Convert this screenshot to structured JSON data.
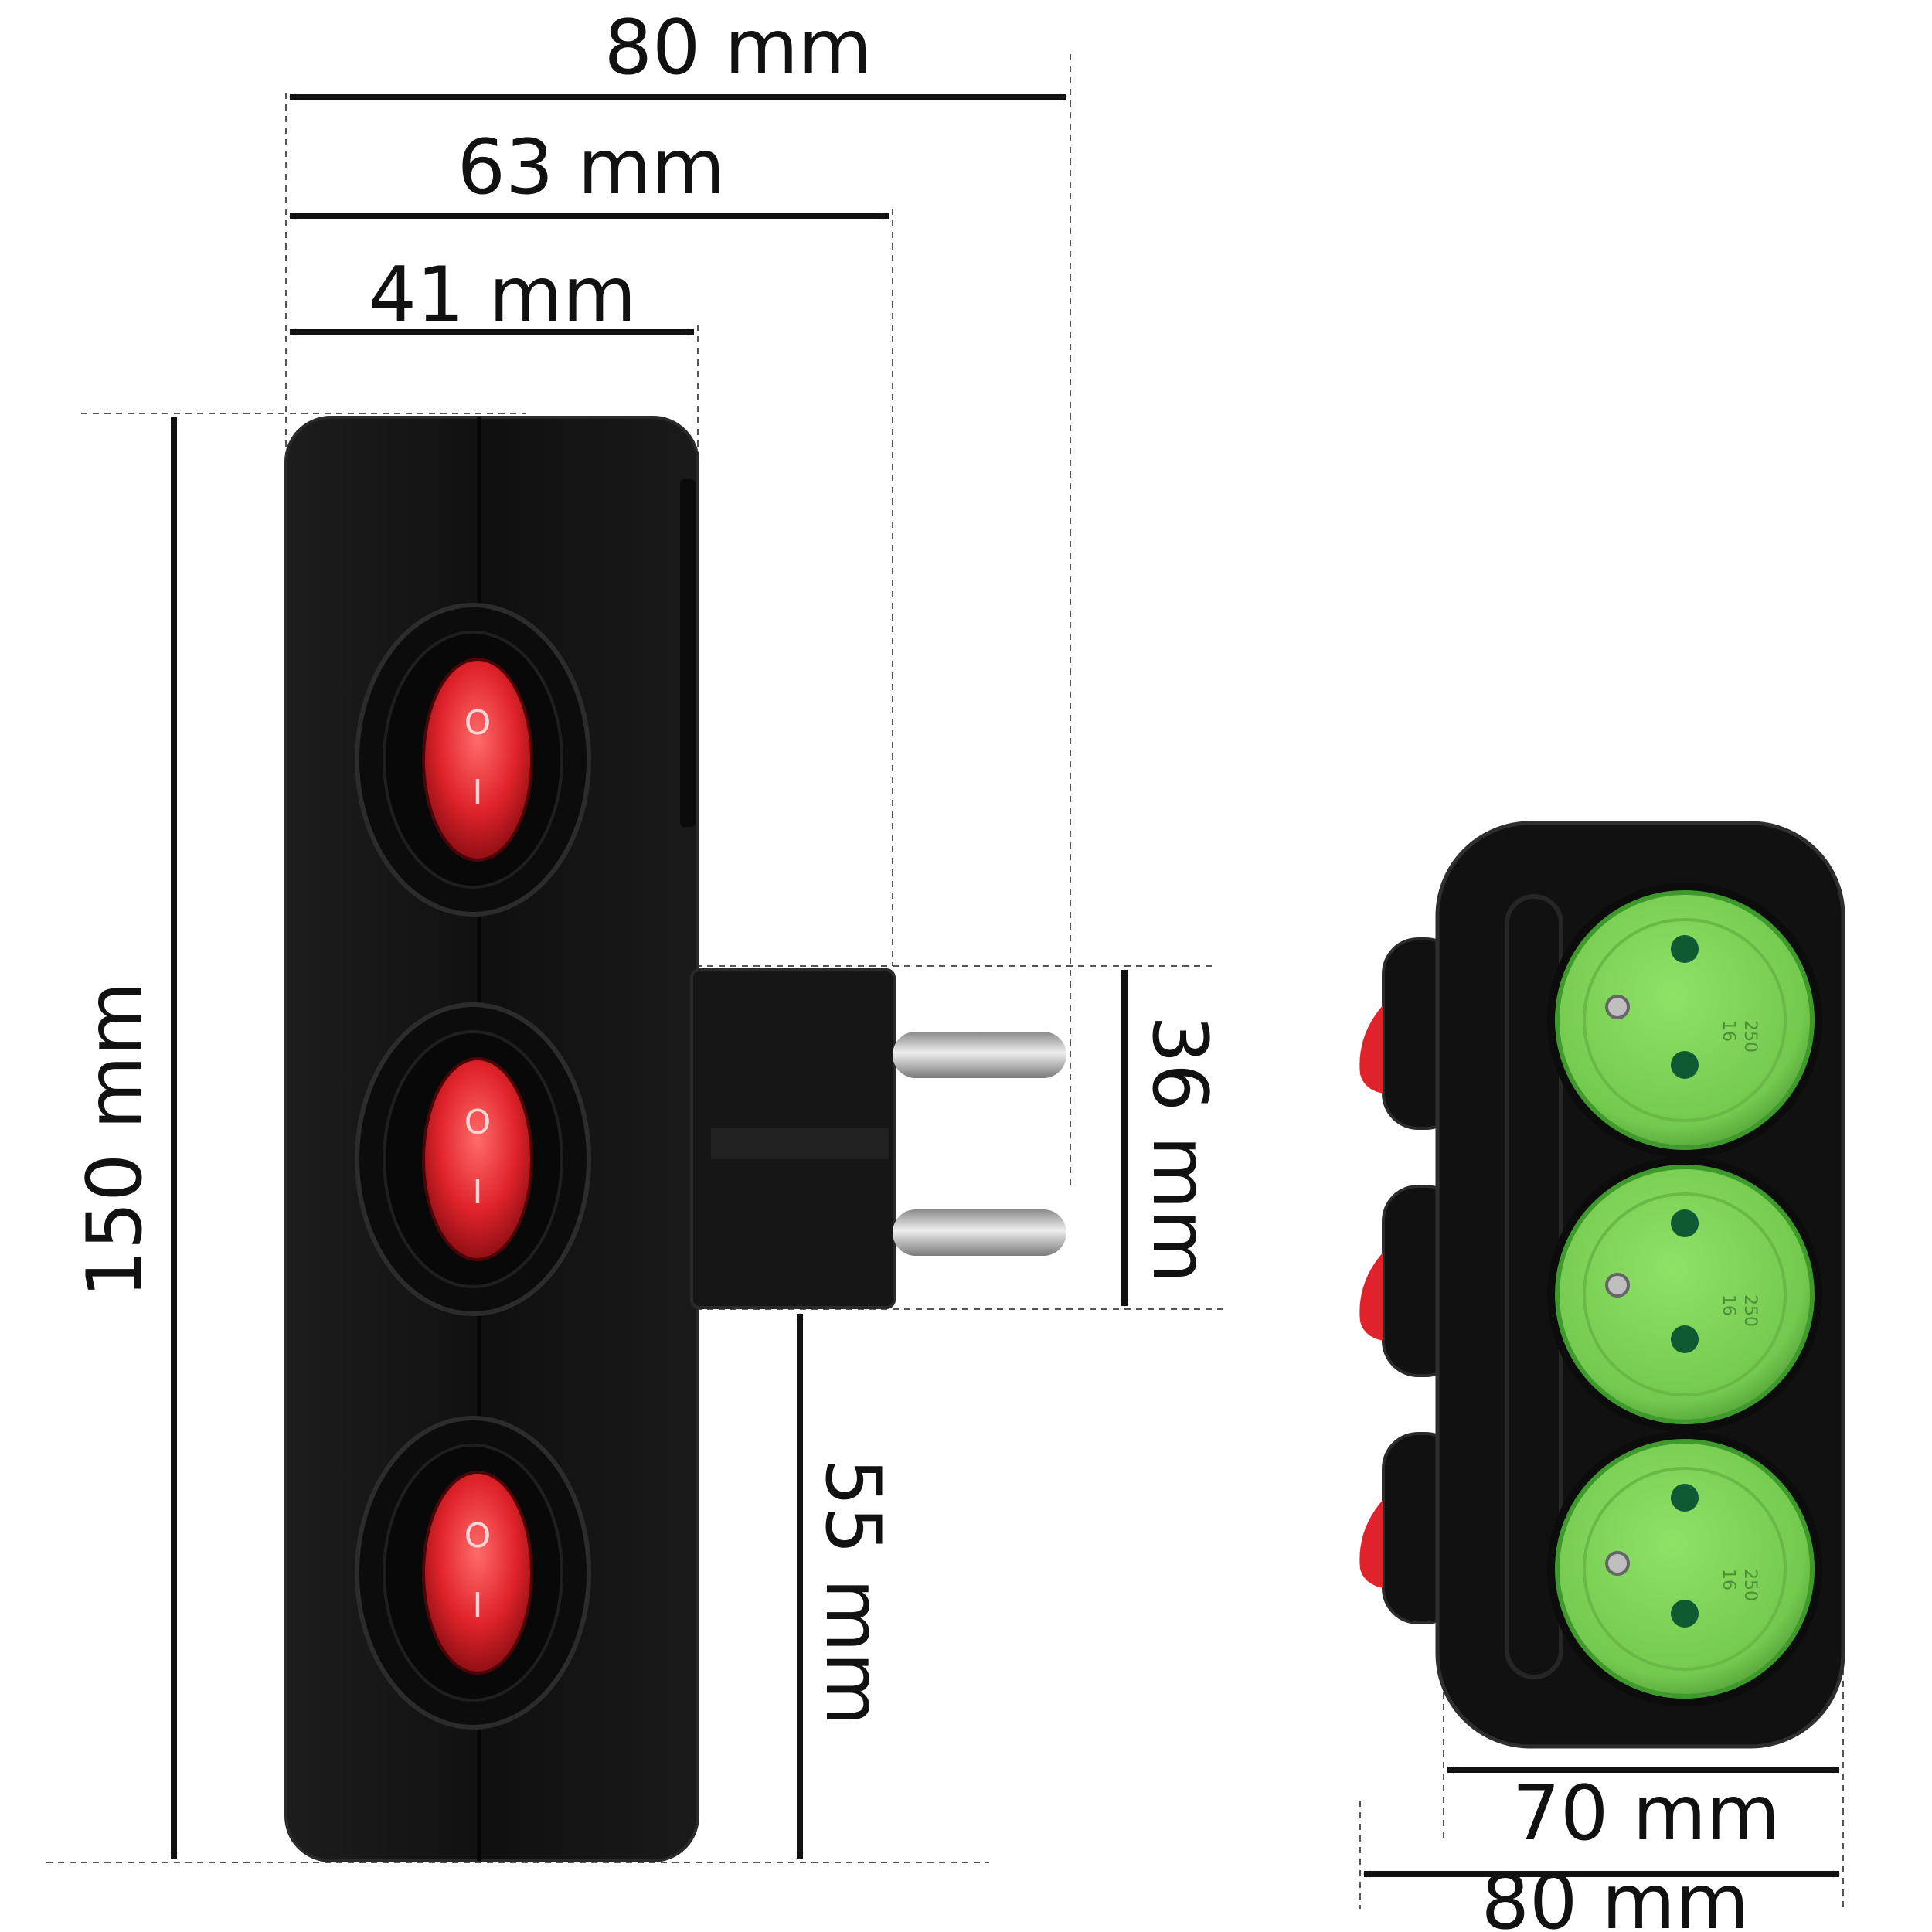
{
  "colors": {
    "body": "#141414",
    "body_edge": "#2a2a2a",
    "switch_red": "#e0232a",
    "socket_green": "#7fd35a",
    "socket_green_dark": "#3f9a2c",
    "pin_metal": "#c9c9c9",
    "dimension_ink": "#111111"
  },
  "side_view": {
    "width_labels": {
      "overall": "80 mm",
      "to_plug_face": "63 mm",
      "body_depth": "41 mm"
    },
    "height_label": "150 mm",
    "plug_height_label": "36 mm",
    "plug_offset_label": "55 mm",
    "switch_count": 3,
    "switch_symbols": {
      "off": "O",
      "on": "I"
    }
  },
  "front_view": {
    "inner_width_label": "70 mm",
    "outer_width_label": "80 mm",
    "socket_count": 3,
    "socket_rating": {
      "amps": "16",
      "volts": "250"
    }
  }
}
